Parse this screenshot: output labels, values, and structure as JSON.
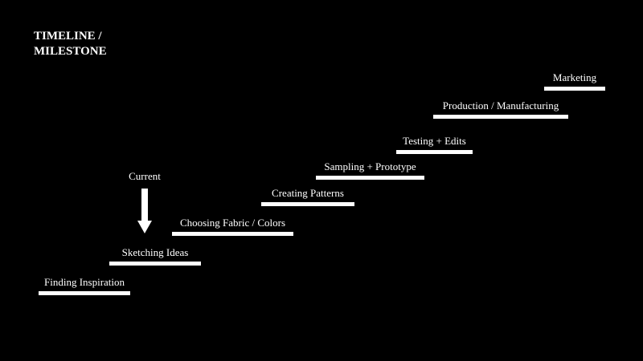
{
  "title": {
    "line1": "TIMELINE /",
    "line2": "MILESTONE"
  },
  "current": {
    "label": "Current",
    "icon": "arrow-down-icon"
  },
  "steps": [
    {
      "label": "Finding Inspiration"
    },
    {
      "label": "Sketching Ideas"
    },
    {
      "label": "Choosing Fabric / Colors"
    },
    {
      "label": "Creating Patterns"
    },
    {
      "label": "Sampling + Prototype"
    },
    {
      "label": "Testing + Edits"
    },
    {
      "label": "Production / Manufacturing"
    },
    {
      "label": "Marketing"
    }
  ],
  "colors": {
    "background": "#000000",
    "foreground": "#ffffff"
  }
}
